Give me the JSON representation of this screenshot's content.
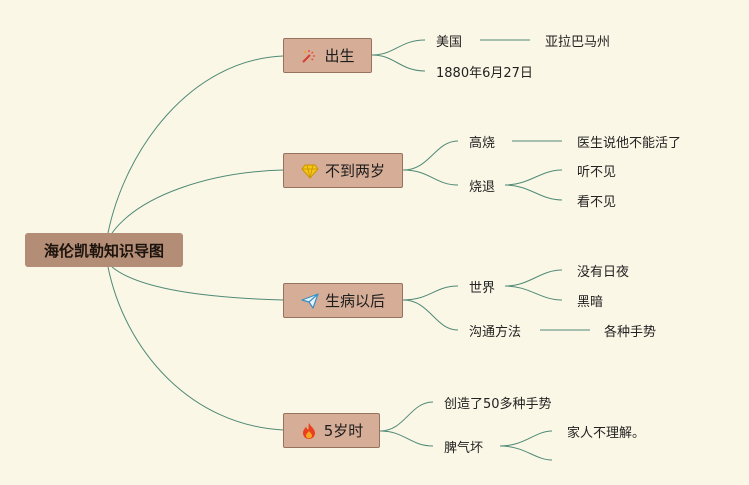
{
  "diagram": {
    "root": {
      "label": "海伦凯勒知识导图"
    },
    "branches": [
      {
        "label": "出生",
        "icon": "fireworks-icon",
        "children": [
          {
            "label": "美国",
            "children": [
              {
                "label": "亚拉巴马州"
              }
            ]
          },
          {
            "label": "1880年6月27日"
          }
        ]
      },
      {
        "label": "不到两岁",
        "icon": "diamond-icon",
        "children": [
          {
            "label": "高烧",
            "children": [
              {
                "label": "医生说他不能活了"
              }
            ]
          },
          {
            "label": "烧退",
            "children": [
              {
                "label": "听不见"
              },
              {
                "label": "看不见"
              }
            ]
          }
        ]
      },
      {
        "label": "生病以后",
        "icon": "paper-plane-icon",
        "children": [
          {
            "label": "世界",
            "children": [
              {
                "label": "没有日夜"
              },
              {
                "label": "黑暗"
              }
            ]
          },
          {
            "label": "沟通方法",
            "children": [
              {
                "label": "各种手势"
              }
            ]
          }
        ]
      },
      {
        "label": "5岁时",
        "icon": "flame-icon",
        "children": [
          {
            "label": "创造了50多种手势"
          },
          {
            "label": "脾气坏",
            "children": [
              {
                "label": "家人不理解。"
              },
              {
                "label": ""
              }
            ]
          }
        ]
      }
    ]
  }
}
